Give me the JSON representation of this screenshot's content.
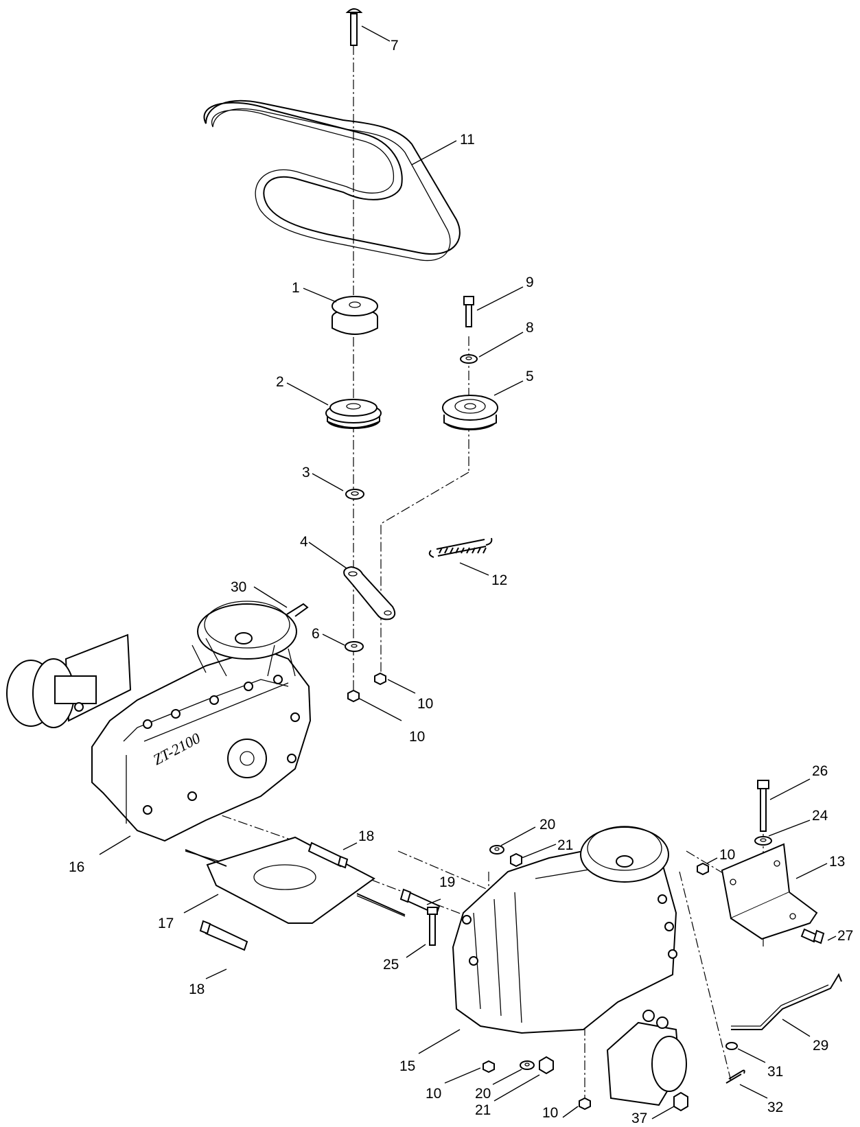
{
  "diagram": {
    "callouts": [
      {
        "id": "c7",
        "text": "7"
      },
      {
        "id": "c11",
        "text": "11"
      },
      {
        "id": "c1",
        "text": "1"
      },
      {
        "id": "c9",
        "text": "9"
      },
      {
        "id": "c8",
        "text": "8"
      },
      {
        "id": "c2",
        "text": "2"
      },
      {
        "id": "c5",
        "text": "5"
      },
      {
        "id": "c3",
        "text": "3"
      },
      {
        "id": "c4",
        "text": "4"
      },
      {
        "id": "c12",
        "text": "12"
      },
      {
        "id": "c30",
        "text": "30"
      },
      {
        "id": "c6",
        "text": "6"
      },
      {
        "id": "c10a",
        "text": "10"
      },
      {
        "id": "c10b",
        "text": "10"
      },
      {
        "id": "c26",
        "text": "26"
      },
      {
        "id": "c24",
        "text": "24"
      },
      {
        "id": "c20a",
        "text": "20"
      },
      {
        "id": "c21a",
        "text": "21"
      },
      {
        "id": "c10c",
        "text": "10"
      },
      {
        "id": "c13",
        "text": "13"
      },
      {
        "id": "c18a",
        "text": "18"
      },
      {
        "id": "c16",
        "text": "16"
      },
      {
        "id": "c19",
        "text": "19"
      },
      {
        "id": "c27",
        "text": "27"
      },
      {
        "id": "c17",
        "text": "17"
      },
      {
        "id": "c25",
        "text": "25"
      },
      {
        "id": "c18b",
        "text": "18"
      },
      {
        "id": "c29",
        "text": "29"
      },
      {
        "id": "c15",
        "text": "15"
      },
      {
        "id": "c31",
        "text": "31"
      },
      {
        "id": "c10d",
        "text": "10"
      },
      {
        "id": "c20b",
        "text": "20"
      },
      {
        "id": "c21b",
        "text": "21"
      },
      {
        "id": "c10e",
        "text": "10"
      },
      {
        "id": "c32",
        "text": "32"
      },
      {
        "id": "c37",
        "text": "37"
      }
    ],
    "transmission_label": "ZT-2100"
  }
}
